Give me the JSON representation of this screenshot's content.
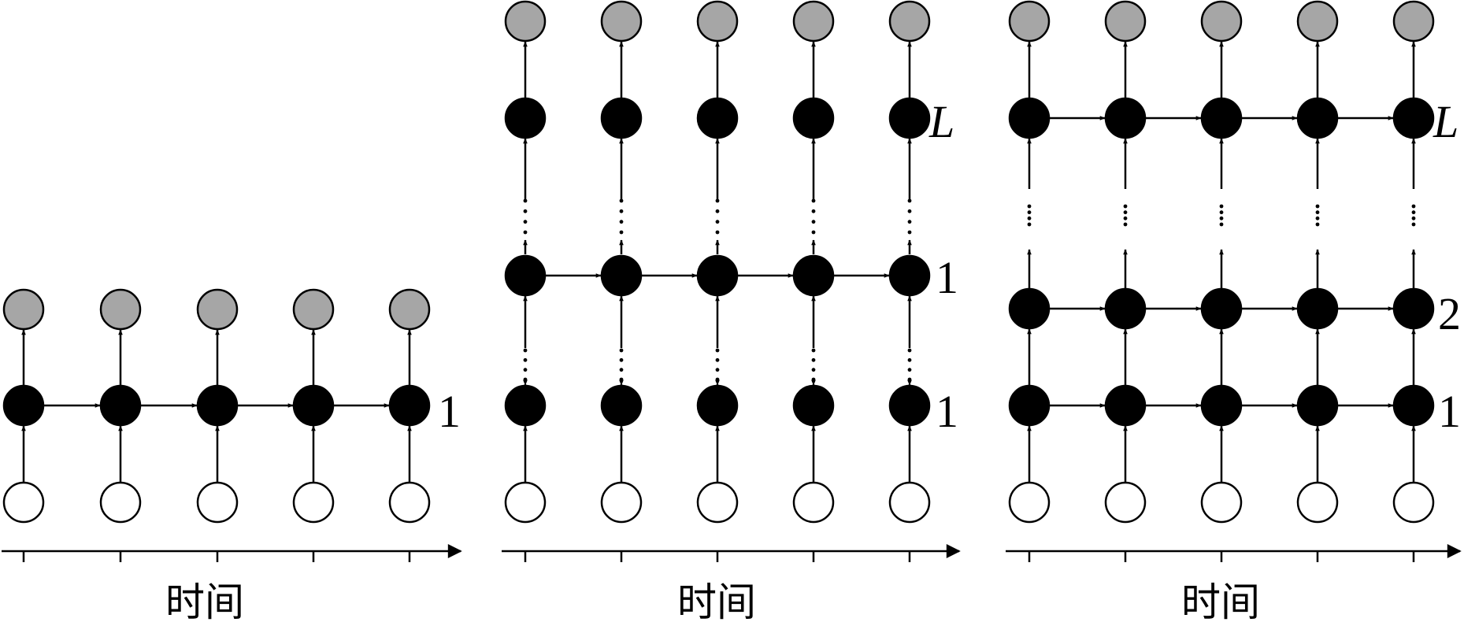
{
  "colors": {
    "hidden": "#000000",
    "output": "#a6a6a6",
    "input": "#ffffff",
    "stroke": "#000000"
  },
  "panels": [
    {
      "name": "panel-single-layer",
      "axis_label": "时间",
      "layer_labels": [
        "1"
      ],
      "layer_label_style": [
        "normal"
      ]
    },
    {
      "name": "panel-recurrent-layer-in-stack",
      "axis_label": "时间",
      "layer_labels": [
        "1",
        "1",
        "L"
      ],
      "layer_label_style": [
        "normal",
        "normal",
        "italic"
      ]
    },
    {
      "name": "panel-fully-recurrent-stack",
      "axis_label": "时间",
      "layer_labels": [
        "1",
        "2",
        "L"
      ],
      "layer_label_style": [
        "normal",
        "normal",
        "italic"
      ]
    }
  ]
}
